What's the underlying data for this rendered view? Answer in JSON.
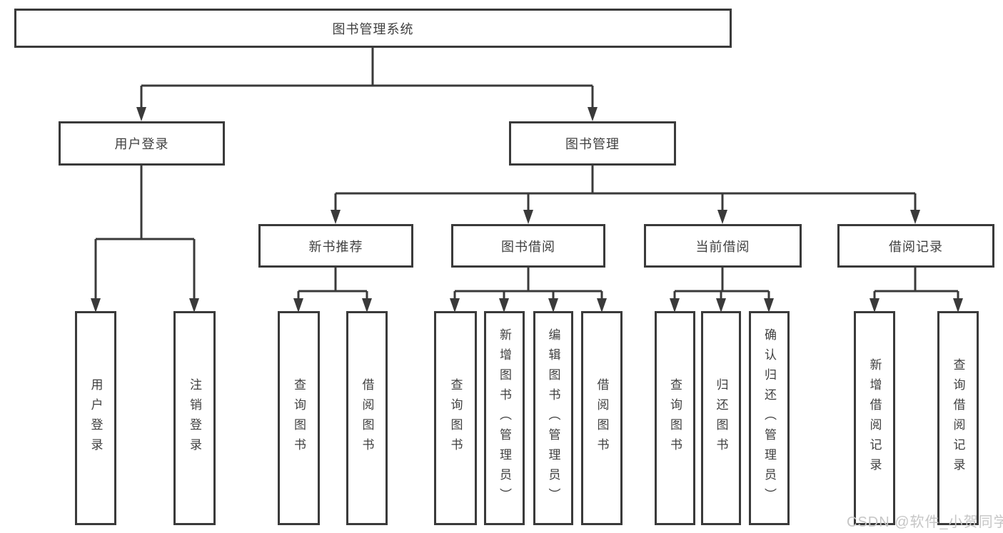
{
  "diagram_type": "hierarchy-tree",
  "colors": {
    "line": "#3a3a3a",
    "box_border": "#3a3a3a",
    "box_background": "#ffffff",
    "text": "#3f3f3f",
    "watermark_text": "#c6c6c6",
    "page_background": "#ffffff"
  },
  "tree": {
    "label": "图书管理系统",
    "children": [
      {
        "label": "用户登录",
        "children": [
          {
            "label": "用户登录"
          },
          {
            "label": "注销登录"
          }
        ]
      },
      {
        "label": "图书管理",
        "children": [
          {
            "label": "新书推荐",
            "children": [
              {
                "label": "查询图书"
              },
              {
                "label": "借阅图书"
              }
            ]
          },
          {
            "label": "图书借阅",
            "children": [
              {
                "label": "查询图书"
              },
              {
                "label": "新增图书（管理员）"
              },
              {
                "label": "编辑图书（管理员）"
              },
              {
                "label": "借阅图书"
              }
            ]
          },
          {
            "label": "当前借阅",
            "children": [
              {
                "label": "查询图书"
              },
              {
                "label": "归还图书"
              },
              {
                "label": "确认归还（管理员）"
              }
            ]
          },
          {
            "label": "借阅记录",
            "children": [
              {
                "label": "新增借阅记录"
              },
              {
                "label": "查询借阅记录"
              }
            ]
          }
        ]
      }
    ]
  },
  "watermark": "CSDN @软件_小贺同学"
}
